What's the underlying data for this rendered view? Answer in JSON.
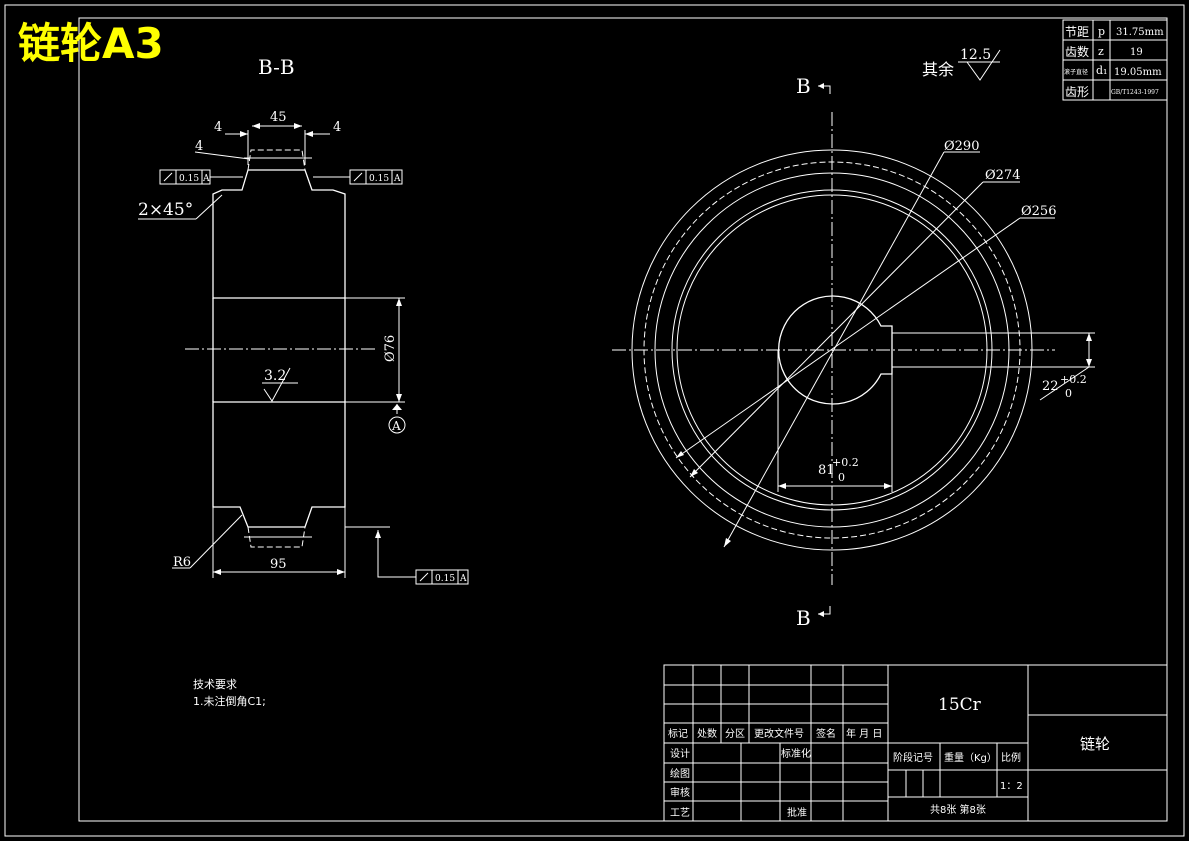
{
  "title_stamp": "链轮A3",
  "section_label": "B-B",
  "surface_note": {
    "prefix": "其余",
    "value": "12.5"
  },
  "cut_marks": {
    "top": "B",
    "bottom": "B"
  },
  "spec_table": [
    {
      "name": "节距",
      "symbol": "p",
      "value": "31.75mm"
    },
    {
      "name": "齿数",
      "symbol": "z",
      "value": "19"
    },
    {
      "name": "滚子直径",
      "symbol": "d₁",
      "value": "19.05mm"
    },
    {
      "name": "齿形",
      "symbol": "",
      "value": "GB/T1243-1997"
    }
  ],
  "section_dims": {
    "tooth_width": "45",
    "chamfer_left": "4",
    "chamfer_right": "4",
    "chamfer_top": "4",
    "chamfer_edge": "2×45°",
    "bore_dia": "Ø76",
    "roughness": "3.2",
    "hub_width": "95",
    "fillet": "R6",
    "datum": "A",
    "runout_tol": "0.15",
    "runout_ref": "A"
  },
  "front_dims": {
    "d1": "Ø290",
    "d2": "Ø274",
    "d3": "Ø256",
    "key_width": "22",
    "key_width_tol_upper": "+0.2",
    "key_width_tol_lower": "0",
    "key_depth": "81",
    "key_depth_tol_upper": "+0.2",
    "key_depth_tol_lower": "0"
  },
  "tech_notes": {
    "heading": "技术要求",
    "items": [
      "1.未注倒角C1;"
    ]
  },
  "title_block": {
    "material": "15Cr",
    "part_name": "链轮",
    "rev_headers": [
      "标记",
      "处数",
      "分区",
      "更改文件号",
      "签名",
      "年 月 日"
    ],
    "roles": [
      "设计",
      "绘图",
      "审核",
      "工艺"
    ],
    "standardize": "标准化",
    "approve": "批准",
    "stage_label": "阶段记号",
    "weight_label": "重量（Kg）",
    "scale_label": "比例",
    "scale_value": "1：2",
    "sheet_info": "共8张 第8张"
  }
}
